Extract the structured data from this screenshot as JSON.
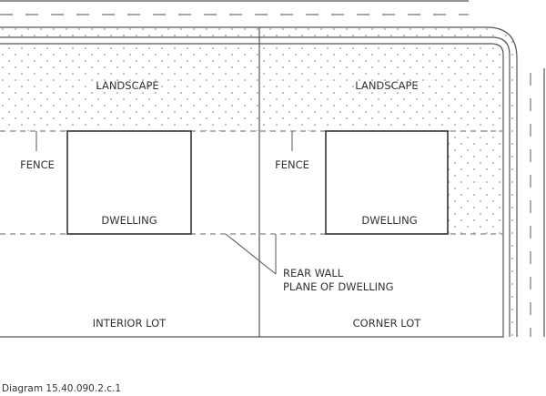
{
  "diagram": {
    "caption": "Diagram 15.40.090.2.c.1",
    "lots": [
      {
        "name": "interior",
        "lot_label": "INTERIOR LOT",
        "landscape_label": "LANDSCAPE",
        "fence_label": "FENCE",
        "dwelling_label": "DWELLING"
      },
      {
        "name": "corner",
        "lot_label": "CORNER LOT",
        "landscape_label": "LANDSCAPE",
        "fence_label": "FENCE",
        "dwelling_label": "DWELLING"
      }
    ],
    "rear_wall_label": [
      "REAR WALL",
      "PLANE OF DWELLING"
    ],
    "colors": {
      "line": "#555555",
      "dash": "#888888",
      "dot": "#777777",
      "text": "#333333"
    }
  }
}
